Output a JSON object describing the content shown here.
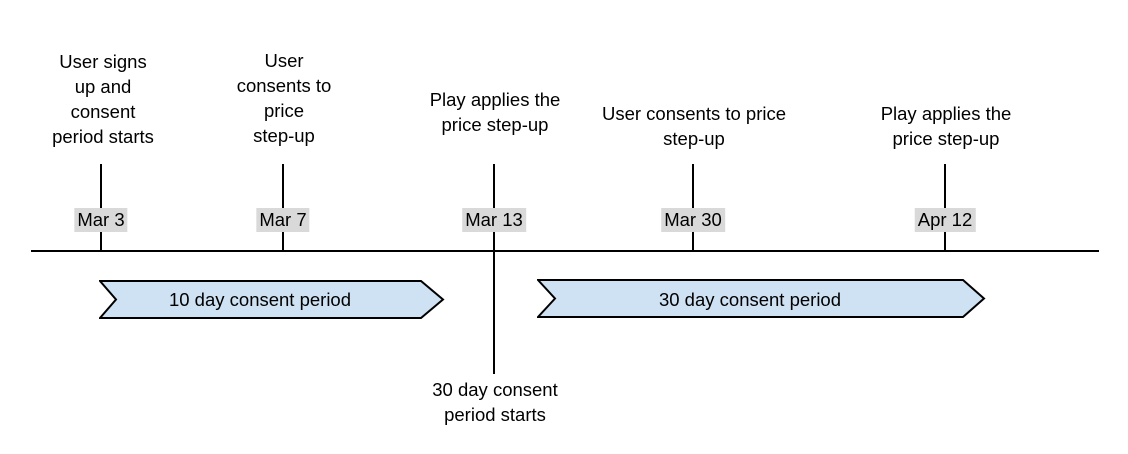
{
  "diagram": {
    "type": "timeline",
    "events": [
      {
        "label": "User signs\nup and\nconsent\nperiod starts",
        "date": "Mar 3"
      },
      {
        "label": "User\nconsents to\nprice\nstep-up",
        "date": "Mar 7"
      },
      {
        "label": "Play applies the\nprice step-up",
        "date": "Mar 13",
        "note": "30 day consent\nperiod starts"
      },
      {
        "label": "User consents to price\nstep-up",
        "date": "Mar 30"
      },
      {
        "label": "Play applies the\nprice step-up",
        "date": "Apr 12"
      }
    ],
    "banners": [
      {
        "label": "10 day consent period",
        "from_date": "Mar 3",
        "to_date": "Mar 13"
      },
      {
        "label": "30 day consent period",
        "from_date": "Mar 13",
        "to_date": "Apr 12"
      }
    ],
    "colors": {
      "canvas_bg": "#ffffff",
      "line": "#000000",
      "text": "#000000",
      "date_bg": "#d9d9d9",
      "banner_fill": "#cfe2f3",
      "banner_stroke": "#000000"
    }
  }
}
